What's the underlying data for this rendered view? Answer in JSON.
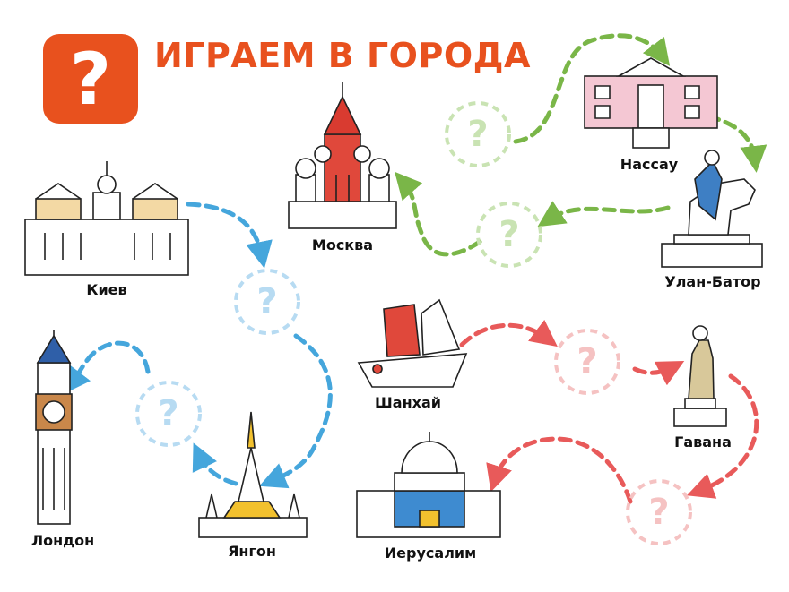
{
  "header": {
    "title": "ИГРАЕМ В ГОРОДА",
    "badge_icon": "question-mark-icon",
    "badge_symbol": "?"
  },
  "colors": {
    "accent": "#e8511e",
    "green": "#7ab648",
    "blue": "#45a6dc",
    "red": "#e85a5a"
  },
  "cities": {
    "moscow": "Москва",
    "kiev": "Киев",
    "london": "Лондон",
    "yangon": "Янгон",
    "nassau": "Нассау",
    "ulan_bator": "Улан-Батор",
    "shanghai": "Шанхай",
    "havana": "Гавана",
    "jerusalem": "Иерусалим"
  },
  "unknown_symbol": "?"
}
